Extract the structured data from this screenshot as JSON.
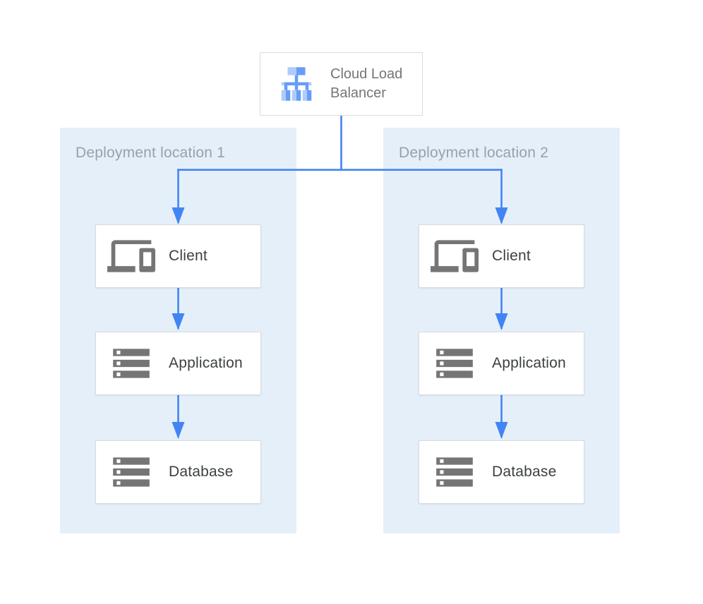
{
  "load_balancer": {
    "label": "Cloud Load Balancer",
    "icon": "load-balancer-icon"
  },
  "panels": [
    {
      "label": "Deployment location 1",
      "boxes": [
        {
          "label": "Client",
          "icon": "devices-icon"
        },
        {
          "label": "Application",
          "icon": "server-icon"
        },
        {
          "label": "Database",
          "icon": "server-icon"
        }
      ]
    },
    {
      "label": "Deployment location 2",
      "boxes": [
        {
          "label": "Client",
          "icon": "devices-icon"
        },
        {
          "label": "Application",
          "icon": "server-icon"
        },
        {
          "label": "Database",
          "icon": "server-icon"
        }
      ]
    }
  ],
  "colors": {
    "accent_blue": "#4284F4",
    "panel_background": "#E5EFFA",
    "node_border": "#D8DBDF",
    "node_label": "#3C4043",
    "panel_label": "#9AA0A6",
    "lb_label": "#757575",
    "icon_gray": "#757575",
    "lb_icon_light": "#AECBFA",
    "lb_icon_mid": "#669DF6"
  }
}
